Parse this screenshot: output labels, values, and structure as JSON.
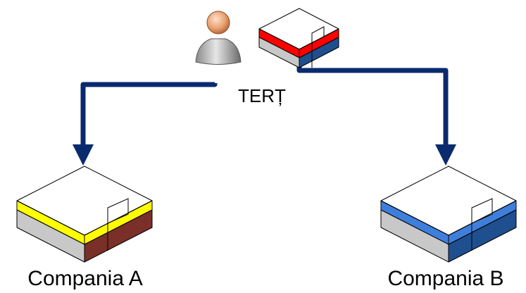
{
  "labels": {
    "center": "TERȚ",
    "left": "Compania A",
    "right": "Compania B"
  },
  "icons": {
    "person": "user-person-icon",
    "center_box": "isometric-box-red-blue-icon",
    "left_box": "isometric-box-yellow-brown-icon",
    "right_box": "isometric-box-blue-icon"
  },
  "colors": {
    "arrow": "#0a2a6e",
    "outline": "#000000",
    "top_face": "#ffffff",
    "side_gray": "#c8c8c8",
    "box_a_stripe": "#ffff00",
    "box_a_band": "#7a3028",
    "box_b_stripe": "#3f7fdc",
    "box_b_band": "#1f4f8f",
    "center_stripe": "#ff0000",
    "center_band": "#1f4f8f"
  }
}
